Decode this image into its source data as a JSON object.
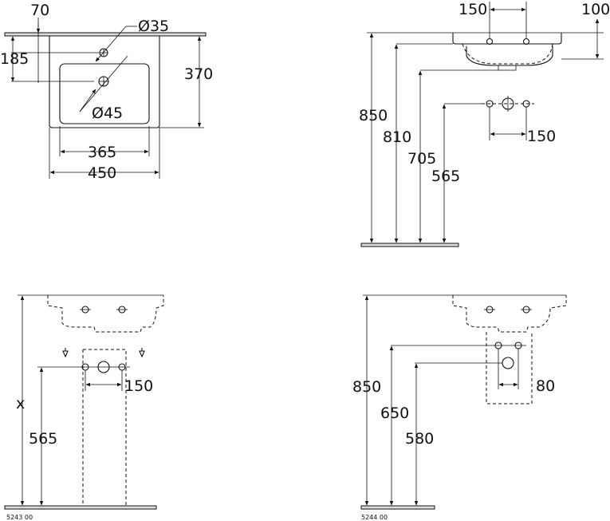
{
  "top_left": {
    "d70": "70",
    "d35": "Ø35",
    "d185": "185",
    "d370": "370",
    "d45": "Ø45",
    "d365": "365",
    "d450": "450"
  },
  "top_right": {
    "d150_top": "150",
    "d100": "100",
    "d850": "850",
    "d810": "810",
    "d705": "705",
    "d565": "565",
    "d150_mid": "150"
  },
  "bottom_left": {
    "dx": "x",
    "d565": "565",
    "d150": "150",
    "code": "5243 00"
  },
  "bottom_right": {
    "d850": "850",
    "d650": "650",
    "d580": "580",
    "d80": "80",
    "code": "5244 00"
  }
}
